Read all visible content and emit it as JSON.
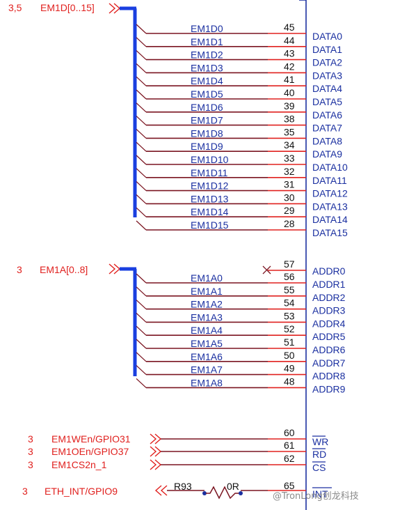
{
  "data_bus": {
    "sheet_ref": "3,5",
    "name": "EM1D[0..15]",
    "nets": [
      "EM1D0",
      "EM1D1",
      "EM1D2",
      "EM1D3",
      "EM1D4",
      "EM1D5",
      "EM1D6",
      "EM1D7",
      "EM1D8",
      "EM1D9",
      "EM1D10",
      "EM1D11",
      "EM1D12",
      "EM1D13",
      "EM1D14",
      "EM1D15"
    ],
    "pins": [
      "45",
      "44",
      "43",
      "42",
      "41",
      "40",
      "39",
      "38",
      "35",
      "34",
      "33",
      "32",
      "31",
      "30",
      "29",
      "28"
    ],
    "pin_names": [
      "DATA0",
      "DATA1",
      "DATA2",
      "DATA3",
      "DATA4",
      "DATA5",
      "DATA6",
      "DATA7",
      "DATA8",
      "DATA9",
      "DATA10",
      "DATA11",
      "DATA12",
      "DATA13",
      "DATA14",
      "DATA15"
    ]
  },
  "addr_bus": {
    "sheet_ref": "3",
    "name": "EM1A[0..8]",
    "nc_pin": "57",
    "nc_pin_name": "ADDR0",
    "nets": [
      "EM1A0",
      "EM1A1",
      "EM1A2",
      "EM1A3",
      "EM1A4",
      "EM1A5",
      "EM1A6",
      "EM1A7",
      "EM1A8"
    ],
    "pins": [
      "56",
      "55",
      "54",
      "53",
      "52",
      "51",
      "50",
      "49",
      "48"
    ],
    "pin_names": [
      "ADDR1",
      "ADDR2",
      "ADDR3",
      "ADDR4",
      "ADDR5",
      "ADDR6",
      "ADDR7",
      "ADDR8",
      "ADDR9"
    ]
  },
  "control": [
    {
      "sheet_ref": "3",
      "net": "EM1WEn/GPIO31",
      "pin": "60",
      "pin_name": "WR"
    },
    {
      "sheet_ref": "3",
      "net": "EM1OEn/GPIO37",
      "pin": "61",
      "pin_name": "RD"
    },
    {
      "sheet_ref": "3",
      "net": "EM1CS2n_1",
      "pin": "62",
      "pin_name": "CS"
    }
  ],
  "interrupt": {
    "sheet_ref": "3",
    "net": "ETH_INT/GPIO9",
    "resistor_ref": "R93",
    "resistor_value": "0R",
    "pin": "65",
    "pin_name": "INT"
  },
  "watermark": "@TronLong创龙科技",
  "colors": {
    "port_text": "#e0201e",
    "net_text": "#1a2fa0",
    "net_wire": "#7a1420",
    "pin_wire": "#e0201e",
    "bus": "#1a3fe0",
    "chip_outline": "#1a2fa0"
  }
}
